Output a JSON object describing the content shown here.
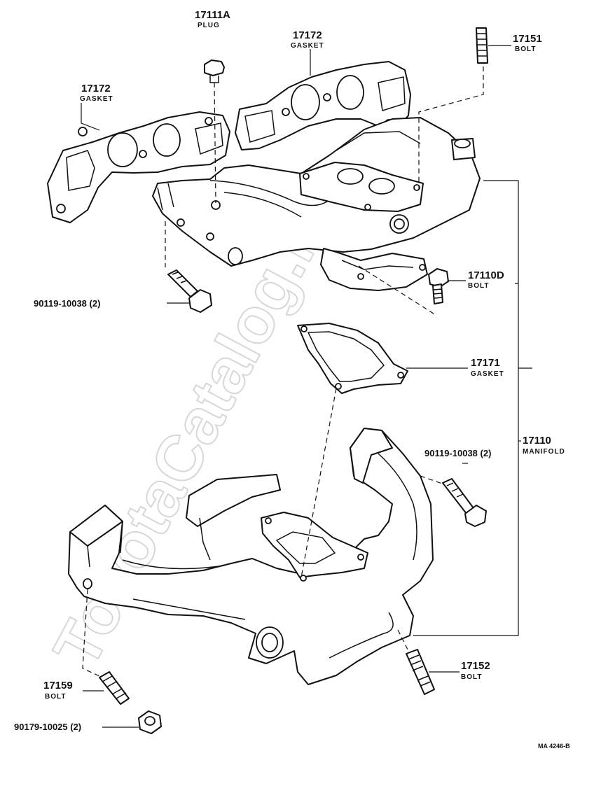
{
  "watermark": "ToyotaCatalog.ru",
  "diagram_code": "MA 4246-B",
  "callouts": {
    "plug": {
      "number": "17111A",
      "name": "PLUG"
    },
    "gasket_left": {
      "number": "17172",
      "name": "GASKET"
    },
    "gasket_right": {
      "number": "17172",
      "name": "GASKET"
    },
    "bolt_top": {
      "number": "17151",
      "name": "BOLT"
    },
    "bolt_upper_left": {
      "number": "90119-10038 (2)"
    },
    "bolt_right": {
      "number": "17110D",
      "name": "BOLT"
    },
    "gasket_mid": {
      "number": "17171",
      "name": "GASKET"
    },
    "manifold": {
      "number": "17110",
      "name": "MANIFOLD"
    },
    "bolt_lower_right": {
      "number": "90119-10038 (2)"
    },
    "bolt_stud": {
      "number": "17152",
      "name": "BOLT"
    },
    "bolt_lower_left": {
      "number": "17159",
      "name": "BOLT"
    },
    "nut": {
      "number": "90179-10025 (2)"
    }
  }
}
